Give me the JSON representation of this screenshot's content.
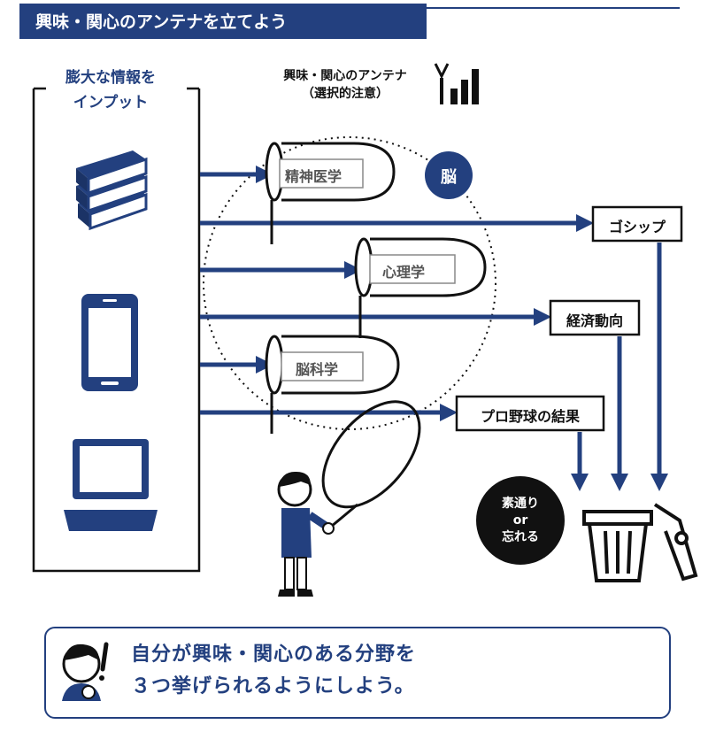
{
  "header": {
    "title": "興味・関心のアンテナを立てよう"
  },
  "input": {
    "label_line1": "膨大な情報を",
    "label_line2": "インプット"
  },
  "antenna": {
    "label_line1": "興味・関心のアンテナ",
    "label_line2": "（選択的注意）"
  },
  "brain": {
    "label": "脳"
  },
  "nets": [
    {
      "label": "精神医学"
    },
    {
      "label": "心理学"
    },
    {
      "label": "脳科学"
    }
  ],
  "passed_items": [
    {
      "label": "ゴシップ"
    },
    {
      "label": "経済動向"
    },
    {
      "label": "プロ野球の結果"
    }
  ],
  "forget": {
    "line1": "素通り",
    "line2": "or",
    "line3": "忘れる"
  },
  "footer": {
    "line1": "自分が興味・関心のある分野を",
    "line2": "３つ挙げられるようにしよう。"
  },
  "colors": {
    "navy": "#23407f",
    "black": "#111111"
  }
}
